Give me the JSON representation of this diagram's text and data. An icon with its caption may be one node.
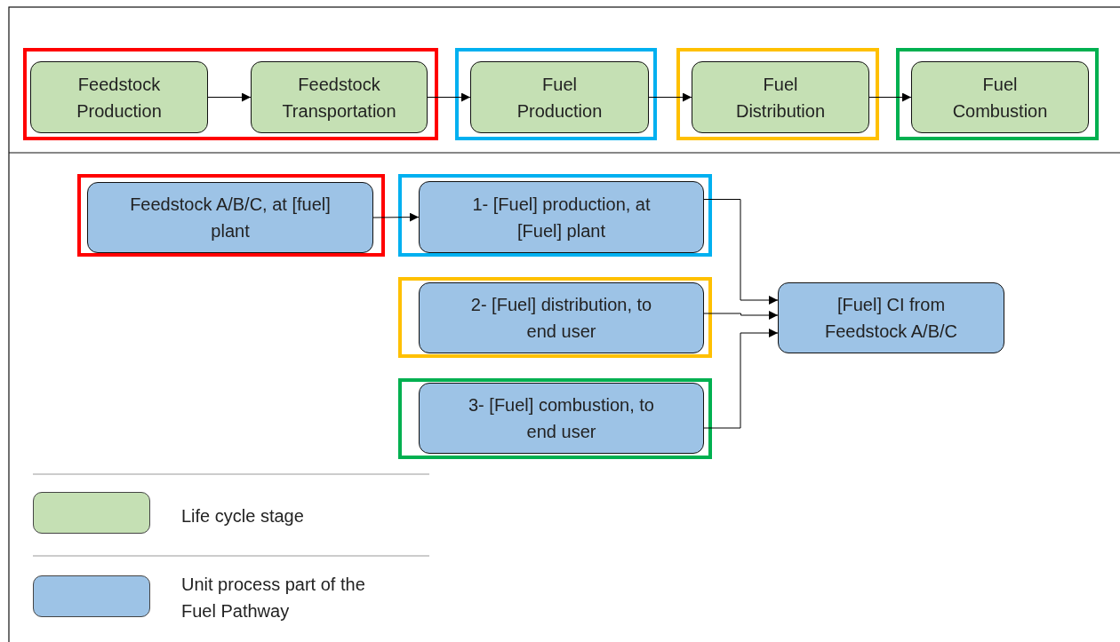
{
  "diagram": {
    "nodes": [
      {
        "text": [],
        "shape": "box"
      },
      {
        "text": [
          "Feedstock Production"
        ],
        "in": 0
      },
      {
        "text": [
          "Feedstock Transportation"
        ],
        "in": 0
      },
      {
        "text": [],
        "shape": "box"
      },
      {
        "text": [
          "Fuel Production"
        ],
        "in": 3
      },
      {
        "text": [],
        "shape": "box"
      },
      {
        "text": [
          "Fuel Distribution"
        ],
        "in": 5
      },
      {
        "text": [],
        "shape": "box"
      },
      {
        "text": [
          "Fuel Combustion"
        ],
        "in": 7
      },
      {
        "text": [],
        "shape": "box"
      },
      {
        "text": [
          "Feedstock A/B/C, at [fuel] plant"
        ],
        "in": 9
      },
      {
        "text": [],
        "shape": "box"
      },
      {
        "text": [
          "1- [Fuel] production, at [Fuel] plant"
        ],
        "in": 11
      },
      {
        "text": [],
        "shape": "box"
      },
      {
        "text": [
          "2- [Fuel] distribution, to end user"
        ],
        "in": 13
      },
      {
        "text": [],
        "shape": "box"
      },
      {
        "text": [
          "3- [Fuel] combustion, to end user"
        ],
        "in": 15
      },
      {
        "text": [
          "[Fuel] CI from Feedstock A/B/C"
        ]
      }
    ],
    "edges": [
      {
        "from": 1,
        "to": 2,
        "arrow": "to"
      },
      {
        "from": 2,
        "to": 4,
        "arrow": "to"
      },
      {
        "from": 4,
        "to": 6,
        "arrow": "to"
      },
      {
        "from": 6,
        "to": 8,
        "arrow": "to"
      },
      {
        "from": 10,
        "to": 12,
        "arrow": "to"
      },
      {
        "from": 12,
        "to": 17,
        "arrow": "to"
      },
      {
        "from": 14,
        "to": 17,
        "arrow": "to"
      },
      {
        "from": 16,
        "to": 17,
        "arrow": "to"
      }
    ],
    "legend": [
      {
        "text": "Life cycle stage",
        "color": "#c5e0b4"
      },
      {
        "text": "Unit process part of the Fuel Pathway",
        "color": "#9dc3e6"
      }
    ]
  }
}
